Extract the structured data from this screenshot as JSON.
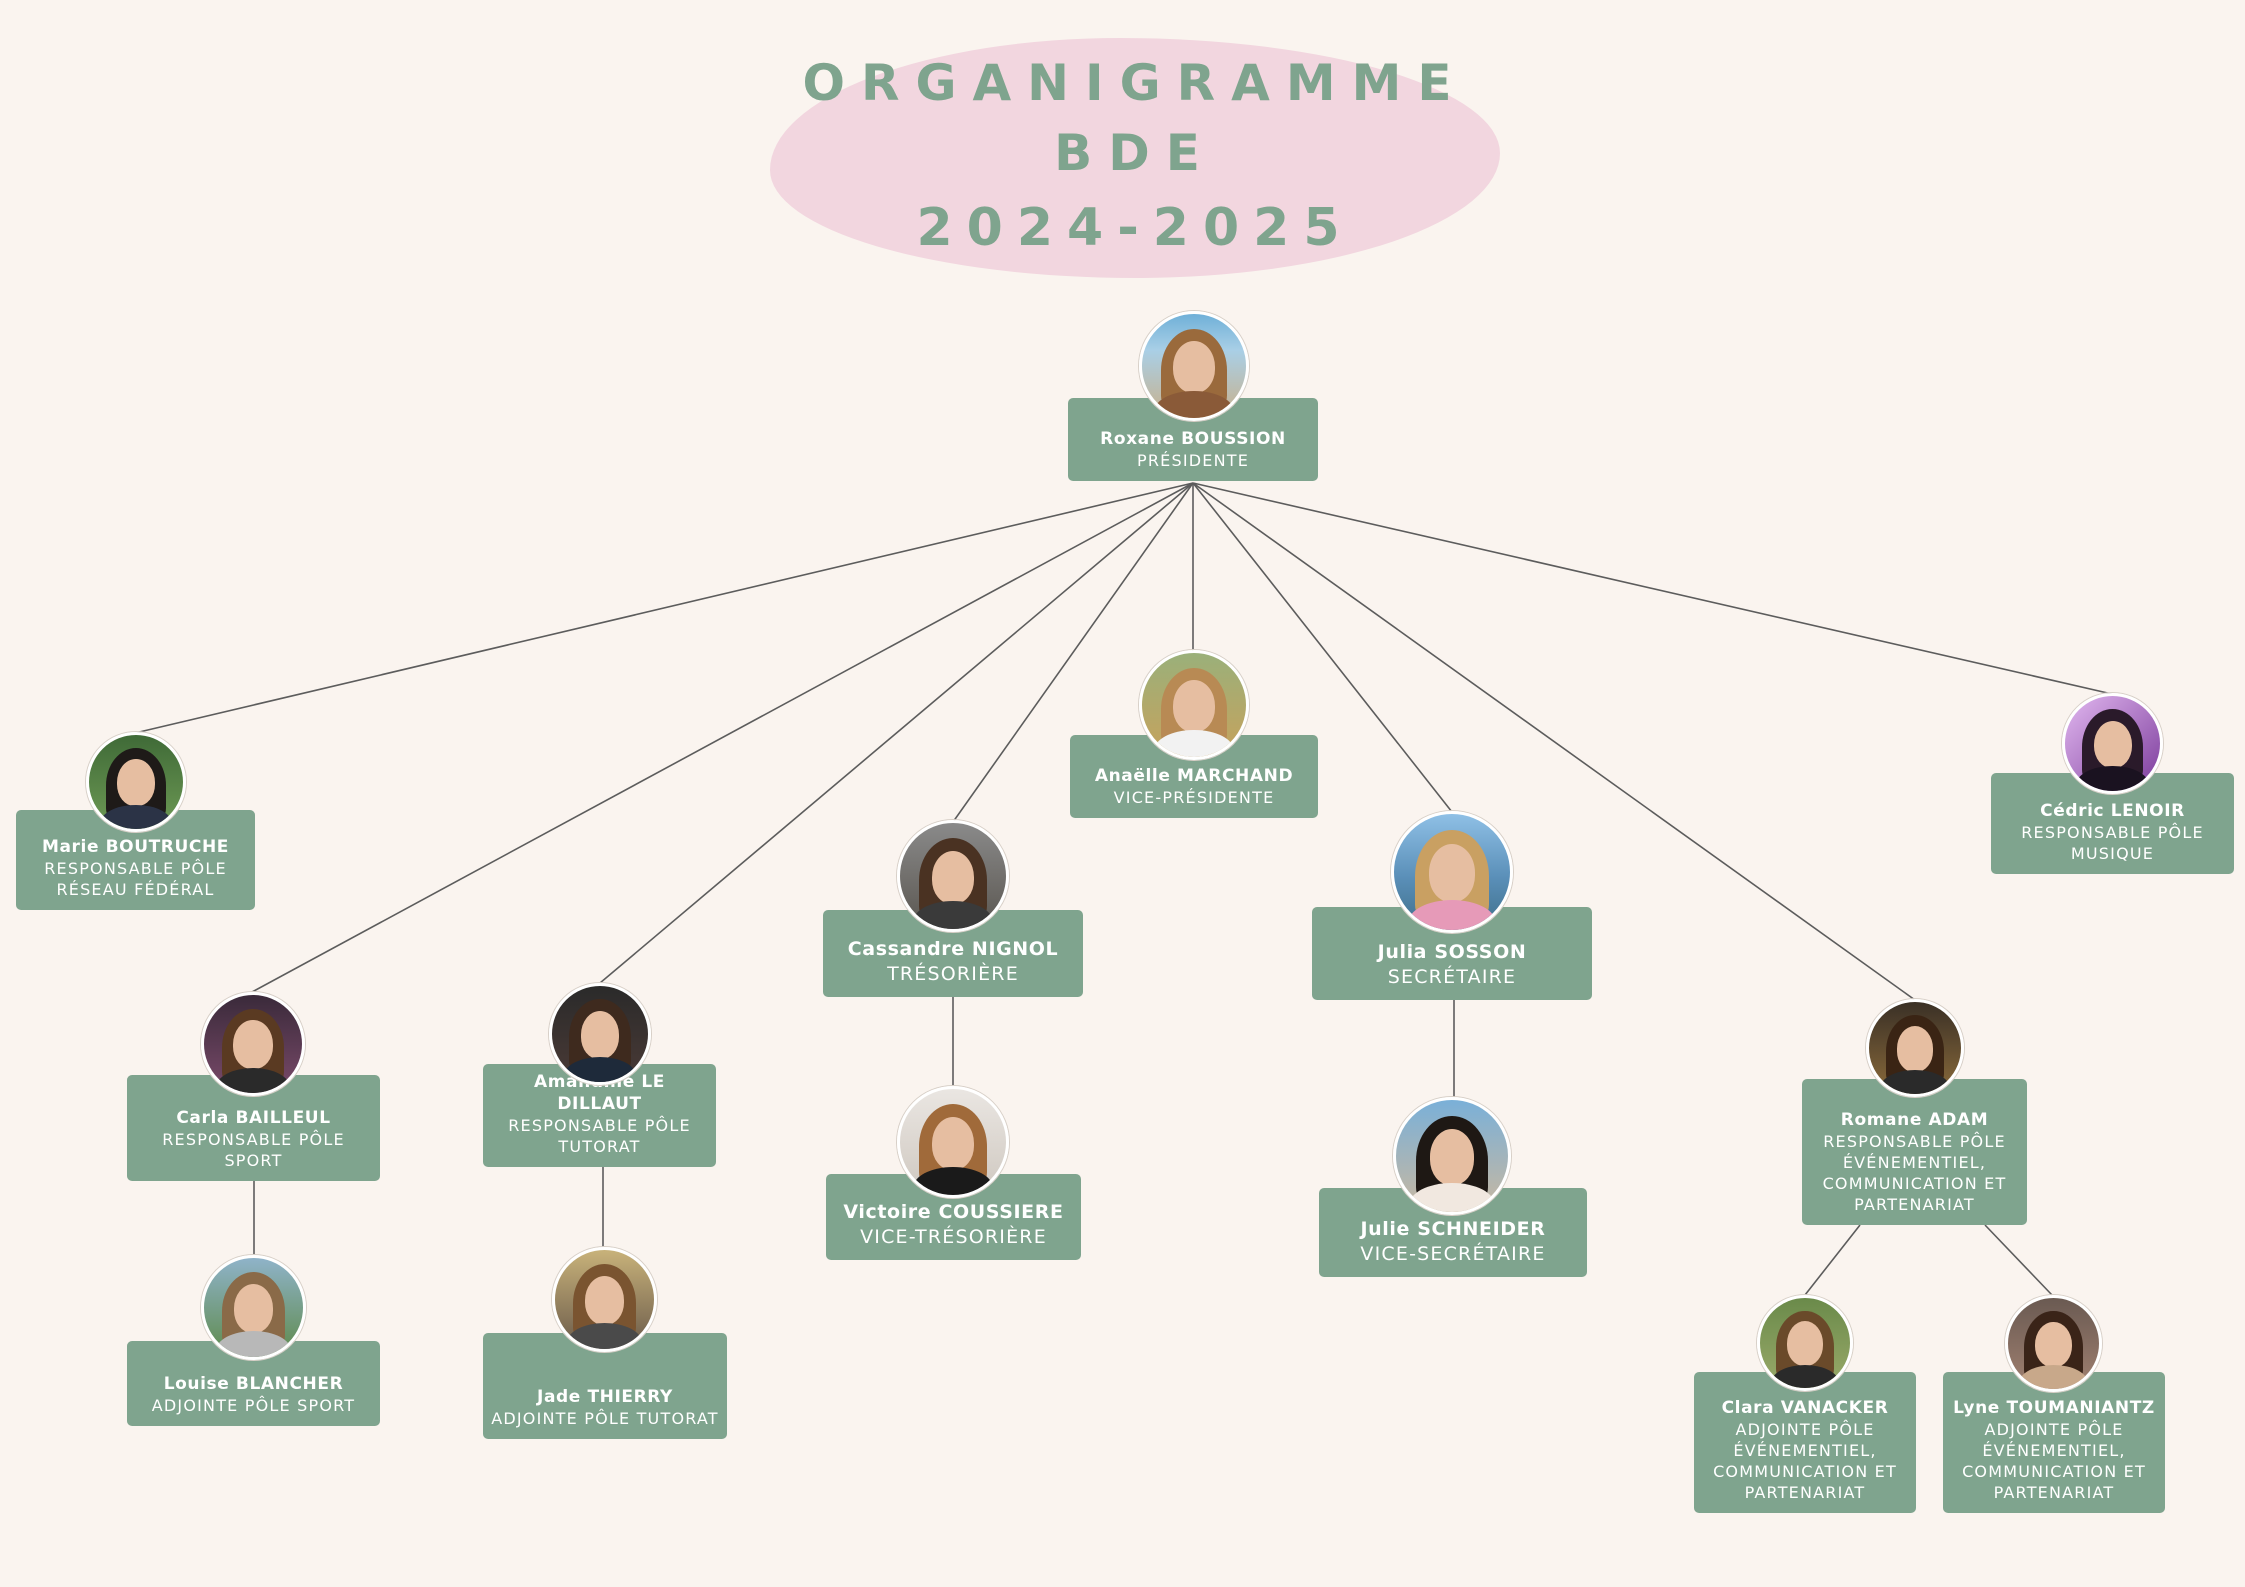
{
  "title": {
    "line1": "ORGANIGRAMME BDE",
    "line2": "2024-2025"
  },
  "colors": {
    "background": "#faf4ef",
    "card": "#7fa48e",
    "title_blob": "#f2d6df",
    "title_text": "#7fa48e",
    "connector": "#5c5c5c"
  },
  "members": {
    "roxane": {
      "name": "Roxane BOUSSION",
      "role": "PRÉSIDENTE"
    },
    "marie": {
      "name": "Marie BOUTRUCHE",
      "role": "RESPONSABLE PÔLE RÉSEAU FÉDÉRAL"
    },
    "carla": {
      "name": "Carla BAILLEUL",
      "role": "RESPONSABLE PÔLE SPORT"
    },
    "louise": {
      "name": "Louise BLANCHER",
      "role": "ADJOINTE PÔLE SPORT"
    },
    "amandine": {
      "name": "Amandine LE DILLAUT",
      "role": "RESPONSABLE PÔLE TUTORAT"
    },
    "jade": {
      "name": "Jade THIERRY",
      "role": "ADJOINTE PÔLE TUTORAT"
    },
    "cassandre": {
      "name": "Cassandre NIGNOL",
      "role": "TRÉSORIÈRE"
    },
    "victoire": {
      "name": "Victoire COUSSIERE",
      "role": "VICE-TRÉSORIÈRE"
    },
    "anaelle": {
      "name": "Anaëlle MARCHAND",
      "role": "VICE-PRÉSIDENTE"
    },
    "julia": {
      "name": "Julia SOSSON",
      "role": "SECRÉTAIRE"
    },
    "julie": {
      "name": "Julie SCHNEIDER",
      "role": "VICE-SECRÉTAIRE"
    },
    "romane": {
      "name": "Romane ADAM",
      "role": "RESPONSABLE PÔLE ÉVÉNEMENTIEL, COMMUNICATION ET PARTENARIAT"
    },
    "clara": {
      "name": "Clara VANACKER",
      "role": "ADJOINTE PÔLE ÉVÉNEMENTIEL, COMMUNICATION  ET PARTENARIAT"
    },
    "lyne": {
      "name": "Lyne TOUMANIANTZ",
      "role": "ADJOINTE PÔLE ÉVÉNEMENTIEL, COMMUNICATION ET PARTENARIAT"
    },
    "cedric": {
      "name": "Cédric LENOIR",
      "role": "RESPONSABLE PÔLE MUSIQUE"
    }
  }
}
